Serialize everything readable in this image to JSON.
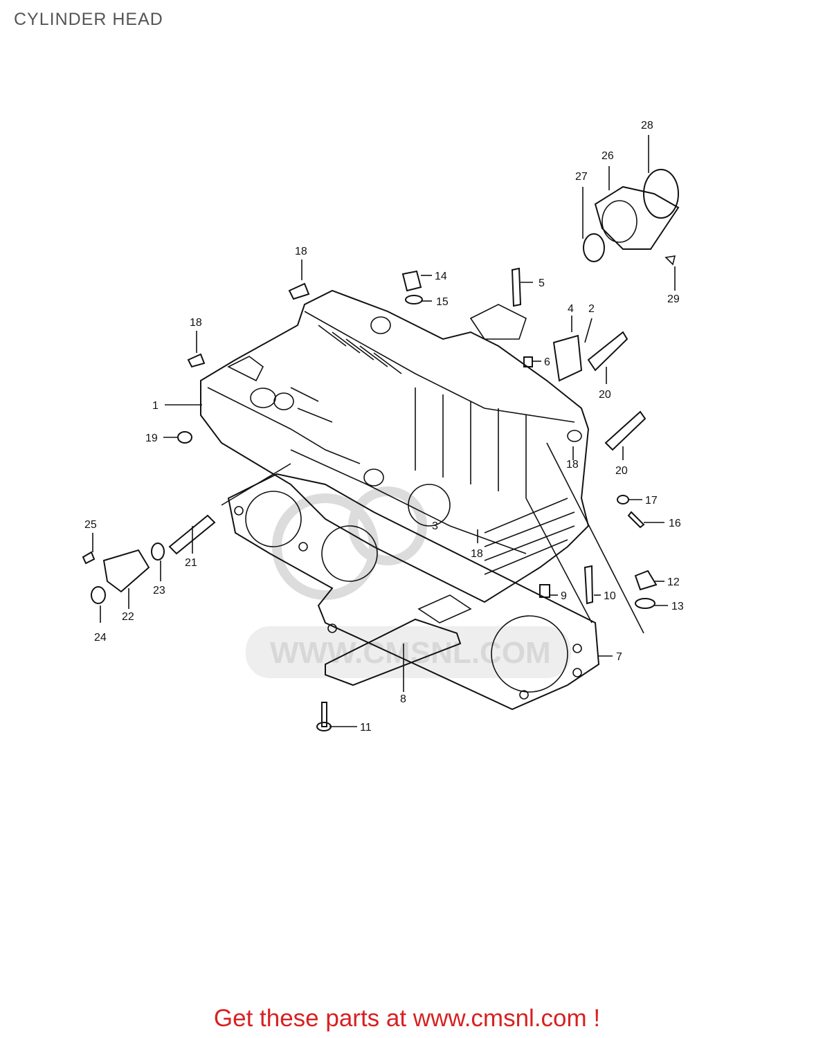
{
  "page": {
    "title": "CYLINDER HEAD"
  },
  "diagram": {
    "watermark": "WWW.CMSNL.COM",
    "callouts": [
      {
        "id": "c1",
        "text": "1"
      },
      {
        "id": "c2",
        "text": "2"
      },
      {
        "id": "c3",
        "text": "3"
      },
      {
        "id": "c4",
        "text": "4"
      },
      {
        "id": "c5",
        "text": "5"
      },
      {
        "id": "c6",
        "text": "6"
      },
      {
        "id": "c7",
        "text": "7"
      },
      {
        "id": "c8",
        "text": "8"
      },
      {
        "id": "c9",
        "text": "9"
      },
      {
        "id": "c10",
        "text": "10"
      },
      {
        "id": "c11",
        "text": "11"
      },
      {
        "id": "c12",
        "text": "12"
      },
      {
        "id": "c13",
        "text": "13"
      },
      {
        "id": "c14",
        "text": "14"
      },
      {
        "id": "c15",
        "text": "15"
      },
      {
        "id": "c16",
        "text": "16"
      },
      {
        "id": "c17",
        "text": "17"
      },
      {
        "id": "c18a",
        "text": "18"
      },
      {
        "id": "c18b",
        "text": "18"
      },
      {
        "id": "c18c",
        "text": "18"
      },
      {
        "id": "c18d",
        "text": "18"
      },
      {
        "id": "c19",
        "text": "19"
      },
      {
        "id": "c20a",
        "text": "20"
      },
      {
        "id": "c20b",
        "text": "20"
      },
      {
        "id": "c21",
        "text": "21"
      },
      {
        "id": "c22",
        "text": "22"
      },
      {
        "id": "c23",
        "text": "23"
      },
      {
        "id": "c24",
        "text": "24"
      },
      {
        "id": "c25",
        "text": "25"
      },
      {
        "id": "c26",
        "text": "26"
      },
      {
        "id": "c27",
        "text": "27"
      },
      {
        "id": "c28",
        "text": "28"
      },
      {
        "id": "c29",
        "text": "29"
      }
    ]
  },
  "footer": {
    "text": "Get these parts at www.cmsnl.com !"
  },
  "colors": {
    "footer": "#d92020",
    "title": "#555555",
    "line": "#111111"
  }
}
